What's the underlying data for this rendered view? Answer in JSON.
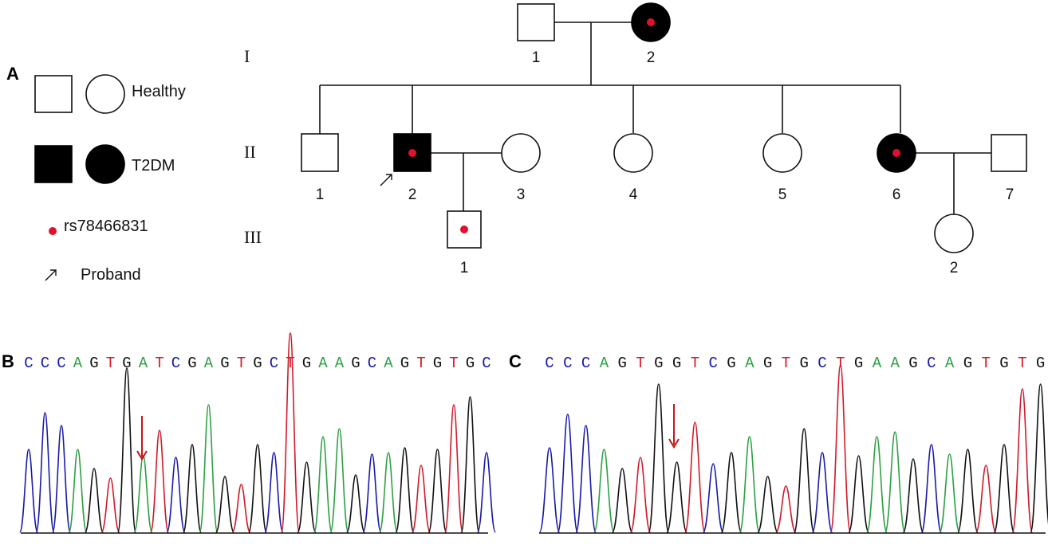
{
  "panels": {
    "a": "A",
    "b": "B",
    "c": "C"
  },
  "legend": {
    "healthy": "Healthy",
    "t2dm": "T2DM",
    "snp": "rs78466831",
    "proband": "Proband"
  },
  "generations": {
    "g1": "I",
    "g2": "II",
    "g3": "III"
  },
  "pedigree": {
    "I-1": "1",
    "I-2": "2",
    "II-1": "1",
    "II-2": "2",
    "II-3": "3",
    "II-4": "4",
    "II-5": "5",
    "II-6": "6",
    "II-7": "7",
    "III-1": "1",
    "III-2": "2"
  },
  "colors": {
    "A": "#2ea043",
    "C": "#1a1aa8",
    "G": "#111111",
    "T": "#d11a2a",
    "snp": "#e0102f",
    "arrow": "#c81414"
  },
  "sequences": {
    "b": "CCCAGTGATCGAGTGCTGAAGCAGTGTGC",
    "c": "CCCAGTGGTCGAGTGCTGAAGCAGTGTG"
  }
}
